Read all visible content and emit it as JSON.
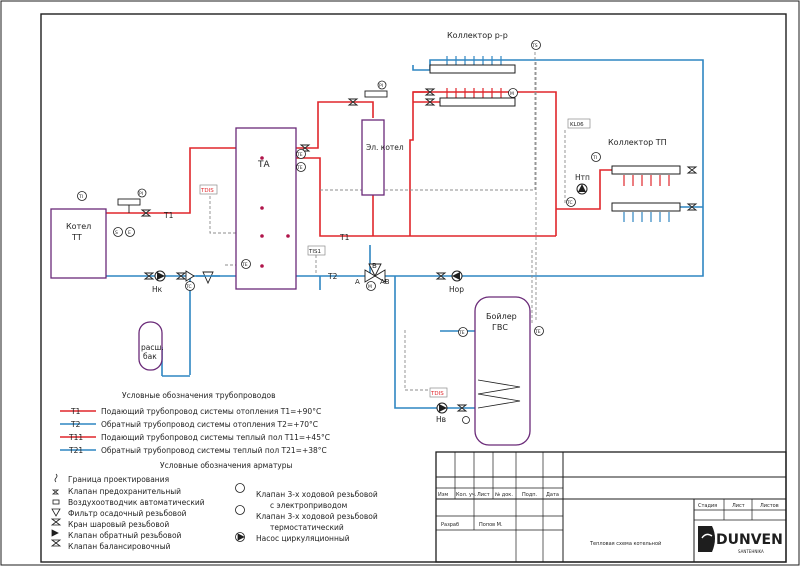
{
  "labels": {
    "collector_rr": "Коллектор р-р",
    "collector_tp": "Коллектор ТП",
    "el_kotel": "Эл. котел",
    "ta": "ТА",
    "kotel_tt_1": "Котел",
    "kotel_tt_2": "ТТ",
    "boiler_1": "Бойлер",
    "boiler_2": "ГВС",
    "rash_bak_1": "расш.",
    "rash_bak_2": "бак",
    "pump_nk": "Нк",
    "pump_nop": "Нор",
    "pump_nv": "Нв",
    "pump_ntp": "Нтп",
    "t1_a": "Т1",
    "t1_b": "Т1",
    "t2": "Т2",
    "port_a": "А",
    "port_b": "В",
    "port_ab": "АВ",
    "tdis_1": "TDIS",
    "tdis_2": "TDIS",
    "tis1": "TIS1",
    "kl06": "KL06",
    "ts": "TS",
    "sensor_ti": "TI",
    "sensor_pi": "PI",
    "sensor_te": "TE",
    "sensor_s": "S",
    "sensor_e": "E",
    "sensor_m": "M",
    "sensor_tc": "TC"
  },
  "legend_pipes": {
    "title": "Условные обозначения трубопроводов",
    "items": [
      {
        "code": "Т1",
        "text": "Подающий трубопровод системы отопления Т1=+90°С",
        "color": "#e0262b"
      },
      {
        "code": "Т2",
        "text": "Обратный трубопровод системы отопления Т2=+70°С",
        "color": "#2f86c2"
      },
      {
        "code": "Т11",
        "text": "Подающий трубопровод системы теплый пол Т11=+45°С",
        "color": "#e0262b"
      },
      {
        "code": "Т21",
        "text": "Обратный трубопровод системы теплый пол Т21=+38°С",
        "color": "#2f86c2"
      }
    ]
  },
  "legend_fittings": {
    "title": "Условные обозначения арматуры",
    "left": [
      "Граница проектирования",
      "Клапан предохранительный",
      "Воздухоотводчик автоматический",
      "Фильтр осадочный резьбовой",
      "Кран шаровый резьбовой",
      "Клапан обратный резьбовой",
      "Клапан балансировочный"
    ],
    "right": [
      "Клапан 3-х ходовой резьбовой",
      "с электроприводом",
      "Клапан 3-х ходовой резьбовой",
      "термостатический",
      "Насос циркуляционный"
    ]
  },
  "title_block": {
    "headers": [
      "Изм",
      "Кол. уч.",
      "Лист",
      "№ док.",
      "Подп.",
      "Дата"
    ],
    "stage_headers": [
      "Стадия",
      "Лист",
      "Листов"
    ],
    "developer_label": "Разраб",
    "developer_name": "Попов М.",
    "drawing_title": "Тепловая схема котельной",
    "brand": "DUNVEN",
    "brand_sub": "SANTEHNIKA"
  },
  "colors": {
    "supply": "#e0262b",
    "return": "#2f86c2",
    "equipment": "#6a2a78",
    "signal": "#8c8c8c"
  }
}
